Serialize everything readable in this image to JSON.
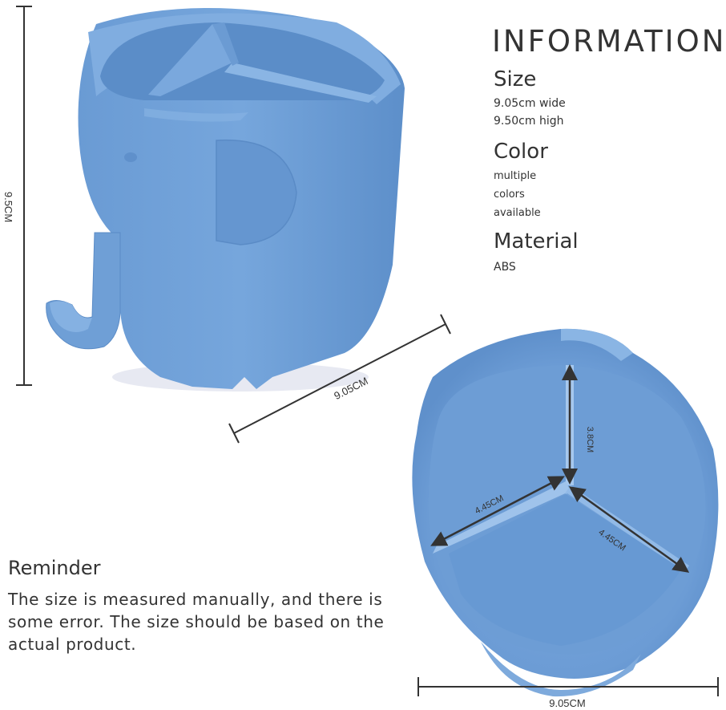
{
  "info": {
    "heading": "INFORMATION",
    "size_title": "Size",
    "size_lines": [
      "9.05cm wide",
      "9.50cm high"
    ],
    "color_title": "Color",
    "color_lines": [
      "multiple",
      "colors",
      "available"
    ],
    "material_title": "Material",
    "material_value": "ABS"
  },
  "reminder": {
    "title": "Reminder",
    "body": "The size is measured manually, and there is some error. The size should be based on the actual product."
  },
  "dimensions": {
    "height": "9.5CM",
    "depth": "9.05CM",
    "width_bottom": "9.05CM",
    "divider_vertical": "3.8CM",
    "divider_left": "4.45CM",
    "divider_right": "4.45CM"
  },
  "colors": {
    "product": "#6f9fd6",
    "product_dark": "#5a8cc8",
    "product_light": "#88b3e2"
  }
}
